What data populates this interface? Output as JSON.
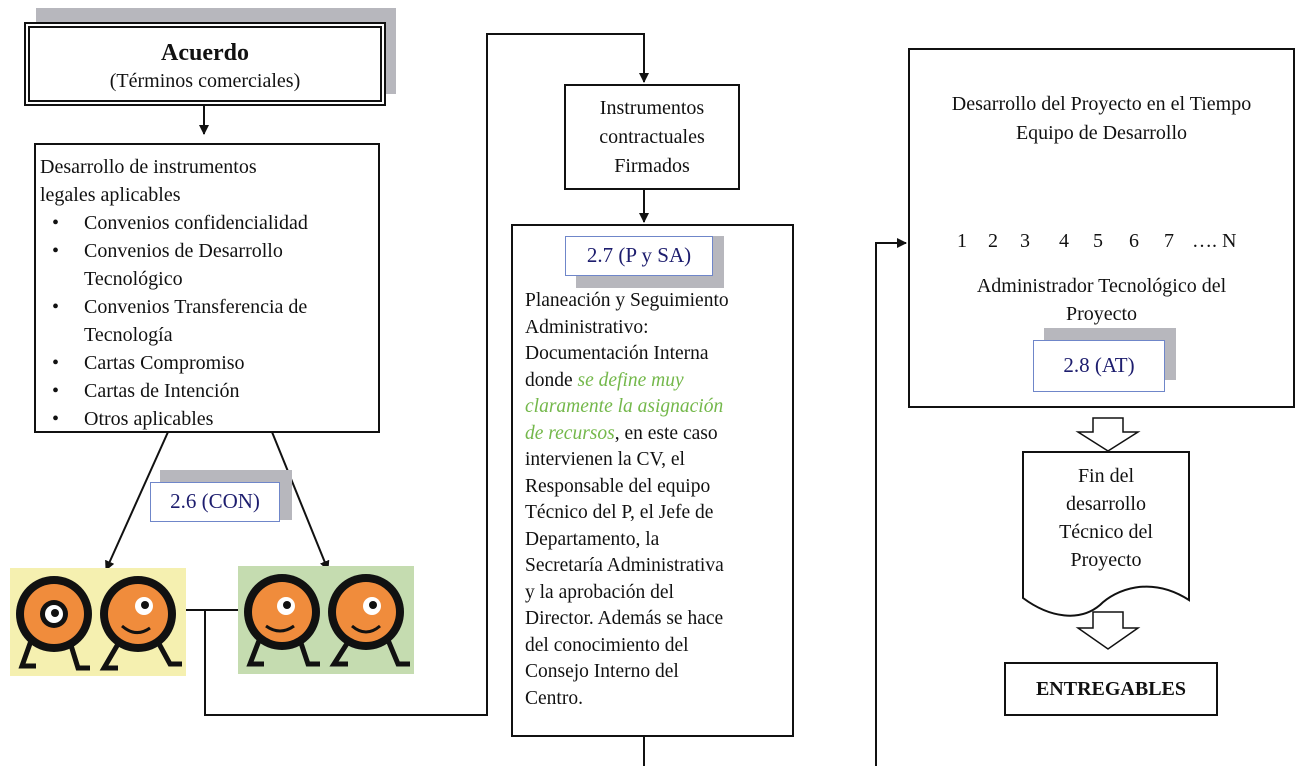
{
  "acuerdo": {
    "title": "Acuerdo",
    "subtitle": "(Términos comerciales)"
  },
  "instrumentos_legales": {
    "heading_line1": "Desarrollo de instrumentos",
    "heading_line2": "legales aplicables",
    "items": [
      {
        "line1": "Convenios confidencialidad",
        "line2": ""
      },
      {
        "line1": "Convenios de Desarrollo",
        "line2": "Tecnológico"
      },
      {
        "line1": "Convenios Transferencia de",
        "line2": "Tecnología"
      },
      {
        "line1": "Cartas Compromiso",
        "line2": ""
      },
      {
        "line1": "Cartas de Intención",
        "line2": ""
      },
      {
        "line1": "Otros aplicables",
        "line2": ""
      }
    ]
  },
  "tags": {
    "con": "2.6 (CON)",
    "pysa": "2.7 (P y SA)",
    "at": "2.8 (AT)"
  },
  "firmados": {
    "line1": "Instrumentos",
    "line2": "contractuales",
    "line3": "Firmados"
  },
  "planeacion": {
    "lines": [
      "Planeación y Seguimiento",
      "Administrativo:",
      "Documentación Interna"
    ],
    "donde": "donde ",
    "green_line1": "se define muy",
    "green_line2": "claramente la asignación",
    "green_line3": "de recursos",
    "after_green": ", en este caso",
    "rest": [
      "intervienen la CV, el",
      "Responsable del equipo",
      "Técnico del P, el Jefe de",
      "Departamento, la",
      "Secretaría Administrativa",
      "y la aprobación del",
      "Director. Además se hace",
      "del conocimiento del",
      "Consejo Interno del",
      "Centro."
    ]
  },
  "proyecto": {
    "title_line1": "Desarrollo del Proyecto en el Tiempo",
    "title_line2": "Equipo de Desarrollo",
    "ticks": [
      "1",
      "2",
      "3",
      "4",
      "5",
      "6",
      "7",
      "…. N"
    ],
    "admin_line1": "Administrador Tecnológico del",
    "admin_line2": "Proyecto"
  },
  "fin": {
    "line1": "Fin del",
    "line2": "desarrollo",
    "line3": "Técnico del",
    "line4": "Proyecto"
  },
  "entregables": "ENTREGABLES",
  "colors": {
    "gear_orange": "#f08c3c",
    "gear_bg_left": "#f5f0b0",
    "gear_bg_right": "#c5dcb0",
    "tag_border": "#6f86c9",
    "highlight_green": "#74b84b",
    "shadow_gray": "#b7b7bd"
  }
}
